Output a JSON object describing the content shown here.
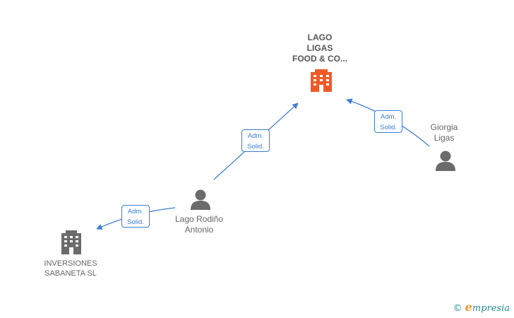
{
  "nodes": {
    "lago_ligas": {
      "lines": [
        "LAGO",
        "LIGAS",
        "FOOD & CO..."
      ],
      "type": "company",
      "color": "#f05a28"
    },
    "giorgia": {
      "lines": [
        "Giorgia",
        "Ligas"
      ],
      "type": "person"
    },
    "lago_rodino": {
      "lines": [
        "Lago Rodiño",
        "Antonio"
      ],
      "type": "person"
    },
    "inversiones": {
      "lines": [
        "INVERSIONES",
        "SABANETA  SL"
      ],
      "type": "company",
      "color": "#6b6b6b"
    }
  },
  "edges": [
    {
      "line1": "Adm.",
      "line2": "Solid."
    },
    {
      "line1": "Adm.",
      "line2": "Solid."
    },
    {
      "line1": "Adm.",
      "line2": "Solid."
    }
  ],
  "colors": {
    "edge": "#3a7dd6",
    "person": "#6b6b6b"
  },
  "brand": {
    "copyright": "©",
    "e": "e",
    "rest": "mpresia"
  }
}
